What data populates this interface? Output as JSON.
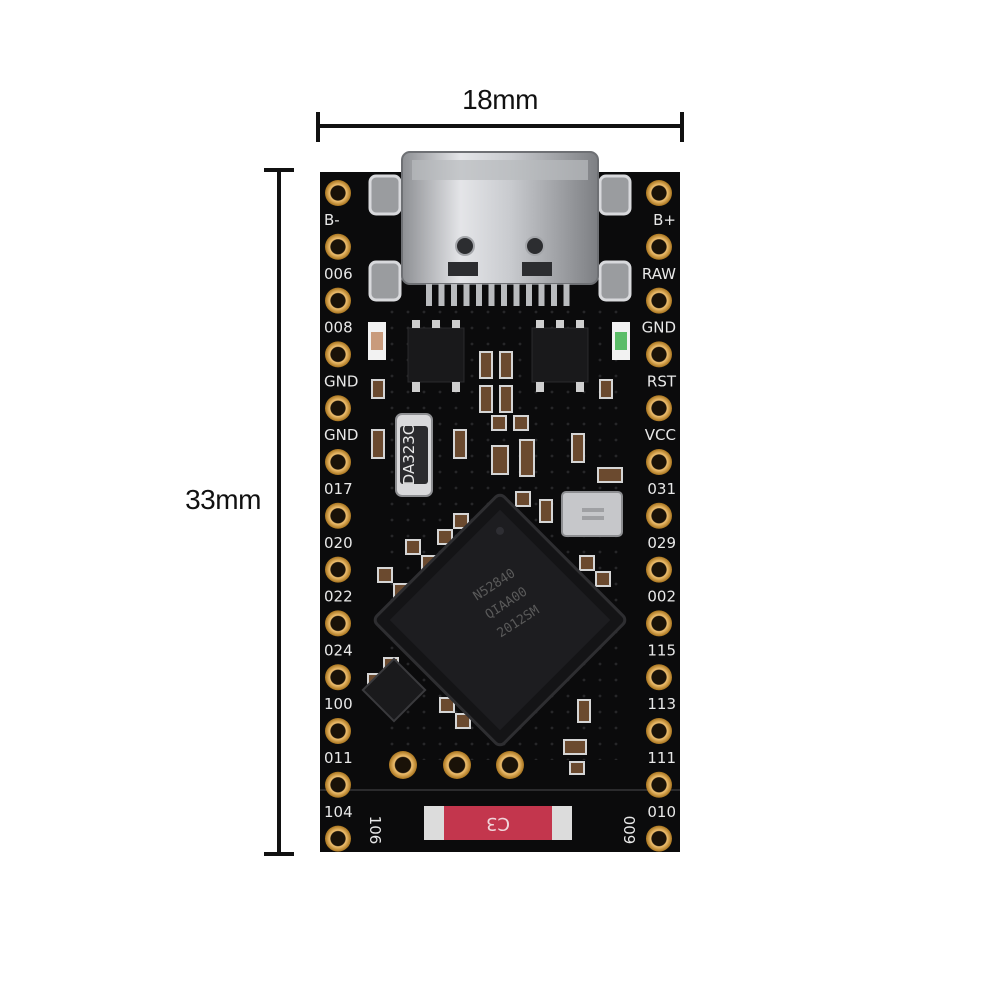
{
  "dimensions": {
    "width_label": "18mm",
    "height_label": "33mm"
  },
  "board": {
    "left_pins": [
      "B-",
      "006",
      "008",
      "GND",
      "GND",
      "017",
      "020",
      "022",
      "024",
      "100",
      "011",
      "104"
    ],
    "right_pins": [
      "B+",
      "RAW",
      "GND",
      "RST",
      "VCC",
      "031",
      "029",
      "002",
      "115",
      "113",
      "111",
      "010"
    ],
    "bottom_left_label": "106",
    "bottom_right_label": "009",
    "main_chip_lines": [
      "N52840",
      "QIAA00",
      "2012SM"
    ],
    "crystal_label": "DA323C",
    "fuse_label": "C3"
  },
  "colors": {
    "pcb": "#0b0b0c",
    "pad_gold": "#d8a24a",
    "silkscreen": "#e8e8e8",
    "fuse_red": "#c3364d"
  }
}
